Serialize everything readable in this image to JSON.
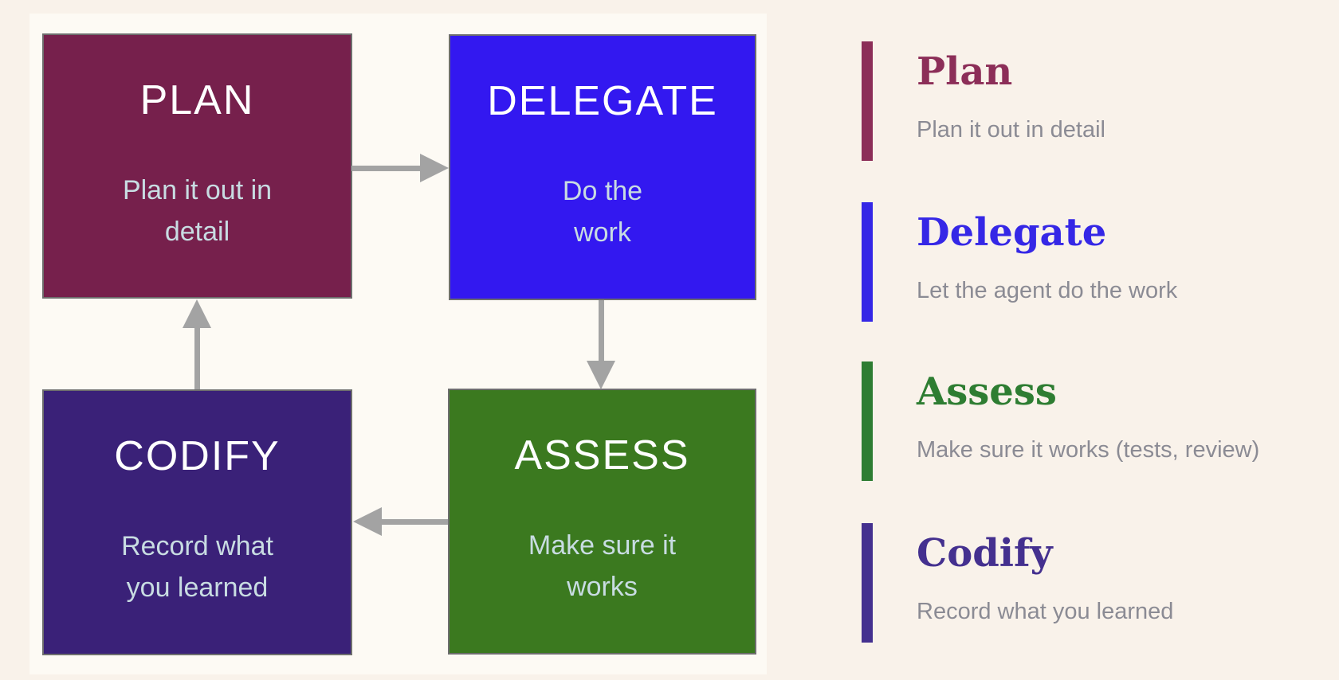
{
  "canvas": {
    "background_color": "#f9f2ea",
    "panel_background_color": "#fdfaf4"
  },
  "diagram": {
    "border_color": "#6e6e6e",
    "arrow_color": "#a3a3a3",
    "title_color": "#ffffff",
    "subtitle_color": "#c8dce2",
    "nodes": [
      {
        "id": "plan",
        "title": "PLAN",
        "subtitle": "Plan it out in\ndetail",
        "fill": "#76204c"
      },
      {
        "id": "delegate",
        "title": "DELEGATE",
        "subtitle": "Do the\nwork",
        "fill": "#3318f0"
      },
      {
        "id": "assess",
        "title": "ASSESS",
        "subtitle": "Make sure it\nworks",
        "fill": "#3b791f"
      },
      {
        "id": "codify",
        "title": "CODIFY",
        "subtitle": "Record what\nyou learned",
        "fill": "#3a2178"
      }
    ],
    "arrows": [
      {
        "from": "PLAN",
        "to": "DELEGATE",
        "direction": "right"
      },
      {
        "from": "DELEGATE",
        "to": "ASSESS",
        "direction": "down"
      },
      {
        "from": "ASSESS",
        "to": "CODIFY",
        "direction": "left"
      },
      {
        "from": "CODIFY",
        "to": "PLAN",
        "direction": "up"
      }
    ]
  },
  "legend": {
    "description_color": "#8b8b94",
    "items": [
      {
        "title": "Plan",
        "description": "Plan it out in detail",
        "color": "#8c2e58"
      },
      {
        "title": "Delegate",
        "description": "Let the agent do the work",
        "color": "#3527e6"
      },
      {
        "title": "Assess",
        "description": "Make sure it works (tests, review)",
        "color": "#2e7d32"
      },
      {
        "title": "Codify",
        "description": "Record what you learned",
        "color": "#44308f"
      }
    ]
  }
}
